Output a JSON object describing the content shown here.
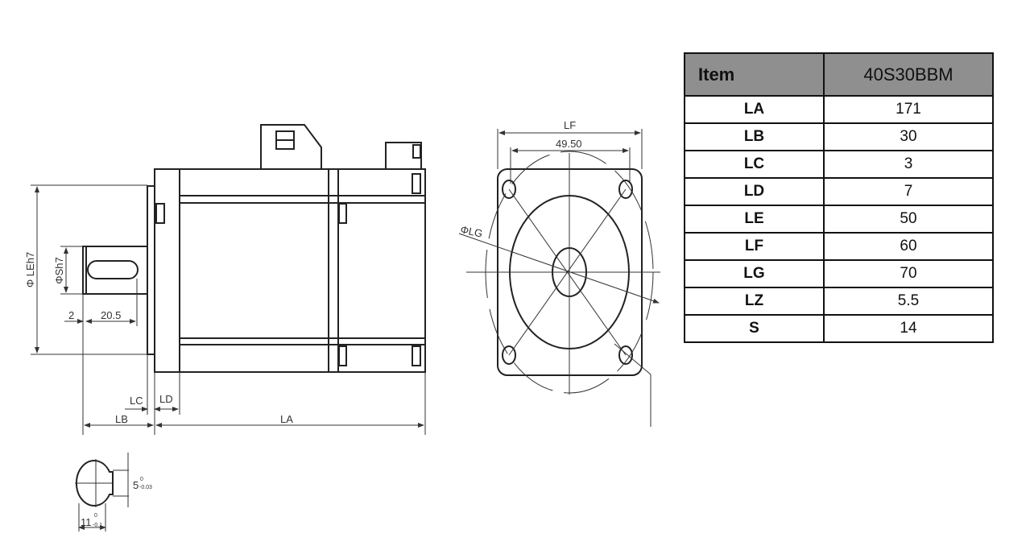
{
  "drawing": {
    "side_view": {
      "dim_le": "Φ LEh7",
      "dim_s": "ΦSh7",
      "dim_2": "2",
      "dim_20_5": "20.5",
      "dim_lc": "LC",
      "dim_ld": "LD",
      "dim_lb": "LB",
      "dim_la": "LA"
    },
    "shaft_section": {
      "key_width": "5",
      "key_width_tol_upper": "0",
      "key_width_tol_lower": "-0.03",
      "key_depth": "11",
      "key_depth_tol_upper": "0",
      "key_depth_tol_lower": "-0.1"
    },
    "front_view": {
      "dim_lf": "LF",
      "dim_pitch": "49.50",
      "dim_lg": "ΦLG"
    }
  },
  "table": {
    "header": {
      "item": "Item",
      "model": "40S30BBM"
    },
    "rows": [
      {
        "item": "LA",
        "value": "171"
      },
      {
        "item": "LB",
        "value": "30"
      },
      {
        "item": "LC",
        "value": "3"
      },
      {
        "item": "LD",
        "value": "7"
      },
      {
        "item": "LE",
        "value": "50"
      },
      {
        "item": "LF",
        "value": "60"
      },
      {
        "item": "LG",
        "value": "70"
      },
      {
        "item": "LZ",
        "value": "5.5"
      },
      {
        "item": "S",
        "value": "14"
      }
    ]
  }
}
